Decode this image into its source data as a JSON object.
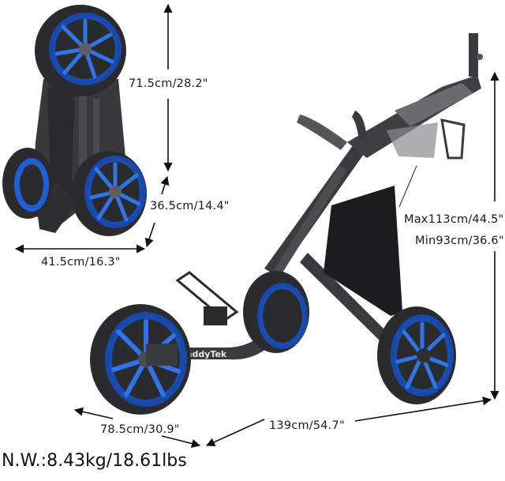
{
  "product": {
    "brand_text": "CaddyTek",
    "colors": {
      "wheel_rim": "#1f5fd6",
      "wheel_rim_light": "#3f86f0",
      "tire": "#2b2b2d",
      "frame": "#3a3b3e",
      "bag": "#1c1c1e",
      "text": "#1a1a1a",
      "background": "#ffffff"
    }
  },
  "folded_dimensions": {
    "height": "71.5cm/28.2\"",
    "depth": "36.5cm/14.4\"",
    "width": "41.5cm/16.3\""
  },
  "open_dimensions": {
    "height_max": "Max113cm/44.5\"",
    "height_min": "Min93cm/36.6\"",
    "width": "78.5cm/30.9\"",
    "length": "139cm/54.7\""
  },
  "net_weight": "N.W.:8.43kg/18.61lbs"
}
